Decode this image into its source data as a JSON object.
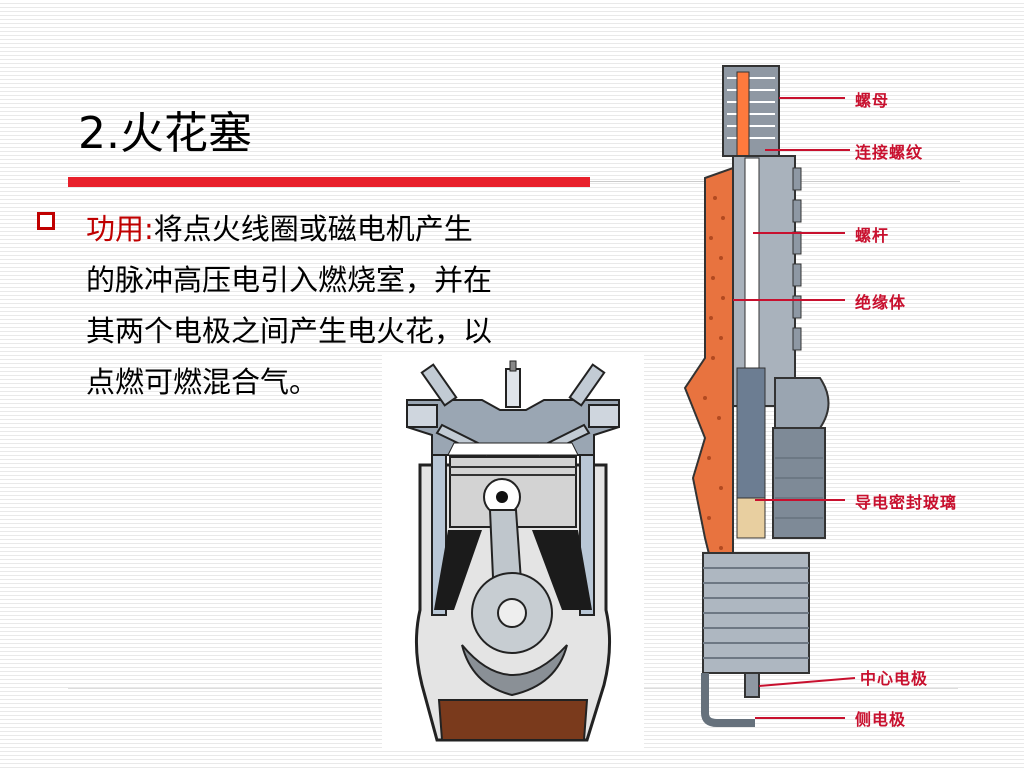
{
  "slide": {
    "title": "2.火花塞",
    "bullet_keyword": "功用:",
    "bullet_lines": [
      "将点火线圈或磁电机产生",
      "的脉冲高压电引入燃烧室，并在",
      "其两个电极之间产生电火花，以",
      "点燃可燃混合气。"
    ]
  },
  "spark_plug": {
    "labels": [
      "螺母",
      "连接螺纹",
      "螺杆",
      "绝缘体",
      "导电密封玻璃",
      "中心电极",
      "侧电极"
    ]
  },
  "colors": {
    "accent": "#e8202b",
    "keyword": "#c00000",
    "label": "#c8102e"
  }
}
